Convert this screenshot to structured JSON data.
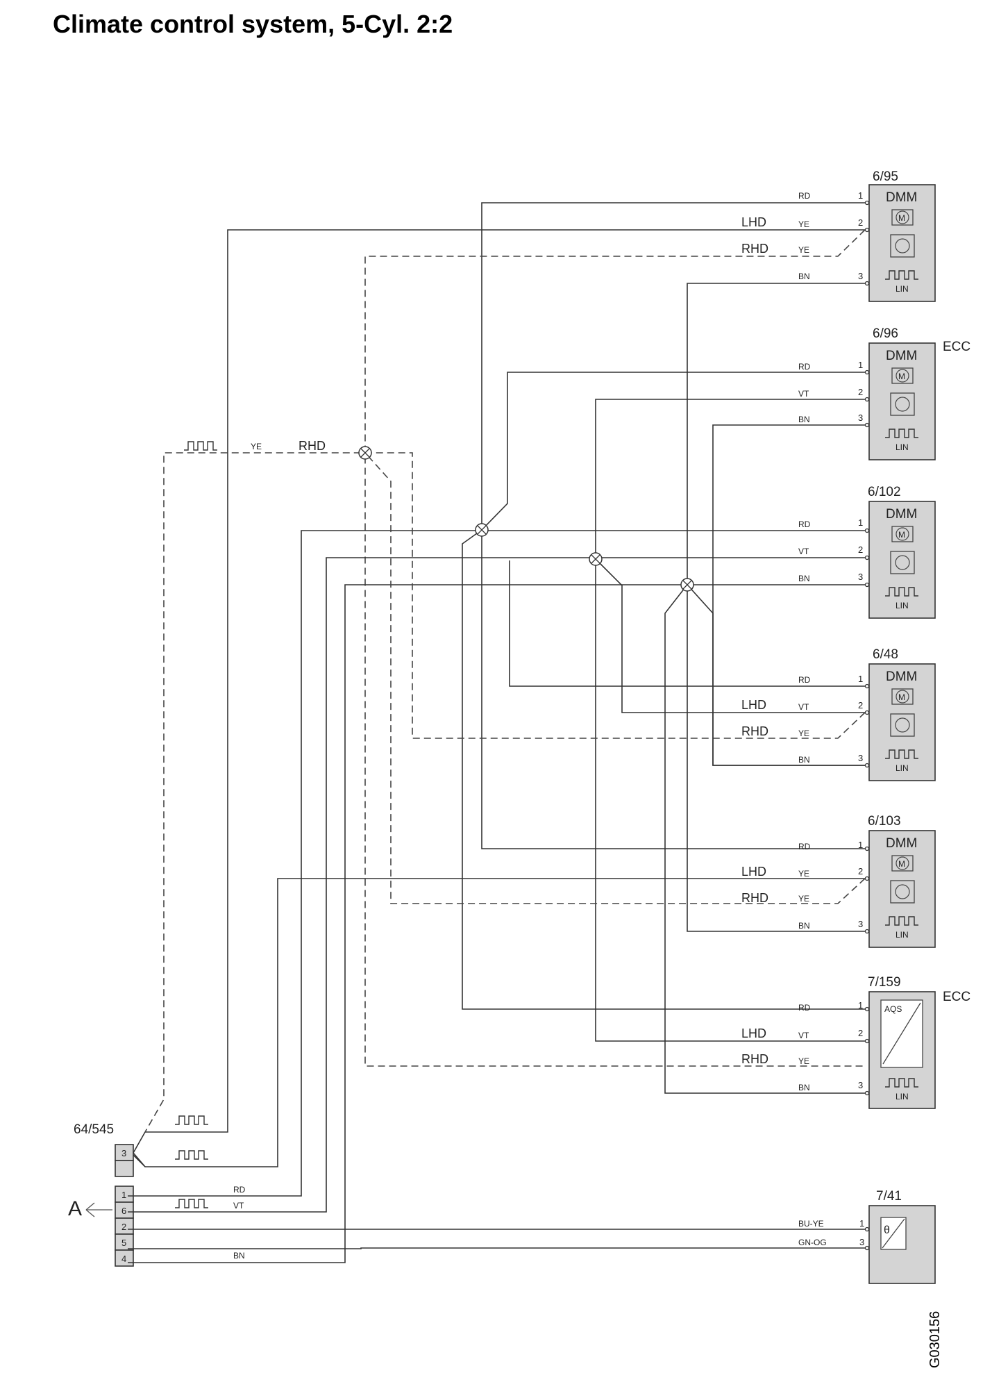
{
  "title": "Climate control system, 5-Cyl. 2:2",
  "drawing_code": "G030156",
  "connector": {
    "id": "64/545",
    "arrow_label": "A",
    "pins": [
      "3",
      "",
      "1",
      "6",
      "2",
      "5",
      "4"
    ],
    "wire_labels": {
      "rd": "RD",
      "vt": "VT",
      "bn": "BN"
    }
  },
  "wires": {
    "rd": "RD",
    "ye": "YE",
    "bn": "BN",
    "vt": "VT",
    "bu_ye": "BU-YE",
    "gn_og": "GN-OG"
  },
  "options": {
    "lhd": "LHD",
    "rhd": "RHD"
  },
  "components": [
    {
      "id": "6/95",
      "name": "DMM",
      "pins": [
        "1",
        "2",
        "3"
      ],
      "bus": "LIN",
      "tag": ""
    },
    {
      "id": "6/96",
      "name": "DMM",
      "pins": [
        "1",
        "2",
        "3"
      ],
      "bus": "LIN",
      "tag": "ECC"
    },
    {
      "id": "6/102",
      "name": "DMM",
      "pins": [
        "1",
        "2",
        "3"
      ],
      "bus": "LIN",
      "tag": ""
    },
    {
      "id": "6/48",
      "name": "DMM",
      "pins": [
        "1",
        "2",
        "3"
      ],
      "bus": "LIN",
      "tag": ""
    },
    {
      "id": "6/103",
      "name": "DMM",
      "pins": [
        "1",
        "2",
        "3"
      ],
      "bus": "LIN",
      "tag": ""
    },
    {
      "id": "7/159",
      "name": "AQS",
      "pins": [
        "1",
        "2",
        "3"
      ],
      "bus": "LIN",
      "tag": "ECC"
    },
    {
      "id": "7/41",
      "name": "",
      "pins": [
        "1",
        "3"
      ],
      "bus": "",
      "tag": ""
    }
  ],
  "colors": {
    "box_fill": "#d4d4d4",
    "wire": "#333333"
  },
  "icons": {
    "motor": "M",
    "temperature": "θ"
  }
}
